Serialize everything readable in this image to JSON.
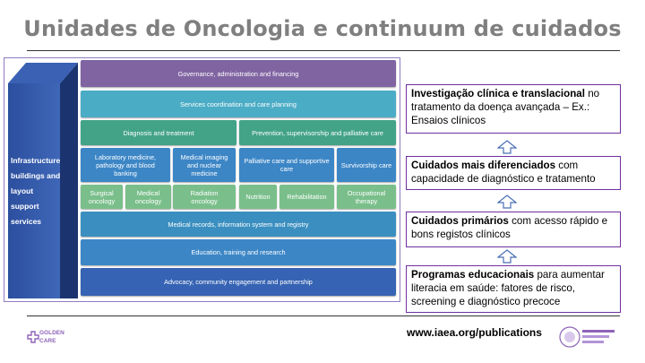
{
  "title": "Unidades de Oncologia e continuum de cuidados",
  "pillar": {
    "label": "Infrastructure buildings and layout support services"
  },
  "blocks": {
    "governance": "Governance, administration and financing",
    "services": "Services coordination and care planning",
    "diagnosis": "Diagnosis and treatment",
    "prevention": "Prevention, supervisorship and palliative care",
    "laboratory": "Laboratory medicine, pathology and blood banking",
    "imaging": "Medical imaging and nuclear medicine",
    "palliative": "Palliative care and supportive care",
    "survivorship": "Survivorship care",
    "surgical": "Surgical oncology",
    "medical": "Medical oncology",
    "radiation": "Radiation oncology",
    "nutrition": "Nutrition",
    "rehabilitation": "Rehabilitation",
    "occupational": "Occupational therapy",
    "records": "Medical records, information system and registry",
    "education": "Education, training and research",
    "advocacy": "Advocacy, community engagement and partnership"
  },
  "levels": [
    {
      "bold": "Investigação clínica e translacional",
      "rest": " no tratamento da doença avançada – Ex.: Ensaios clínicos"
    },
    {
      "bold": "Cuidados mais diferenciados",
      "rest": " com capacidade de diagnóstico e tratamento"
    },
    {
      "bold": "Cuidados primários",
      "rest": " com acesso rápido e bons registos clínicos"
    },
    {
      "bold": "Programas educacionais",
      "rest": " para aumentar literacia em saúde: fatores de risco, screening e diagnóstico precoce"
    }
  ],
  "footer": {
    "url": "www.iaea.org/publications",
    "logo_line1": "GOLDEN",
    "logo_line2": "CARE"
  },
  "colors": {
    "accent_purple": "#7030a0",
    "title_gray": "#7f7f7f",
    "pillar_blue": "#2c4f9e"
  },
  "icons": [
    "up-arrow-icon",
    "golden-care-logo-icon",
    "cancer-care-badge-icon"
  ]
}
